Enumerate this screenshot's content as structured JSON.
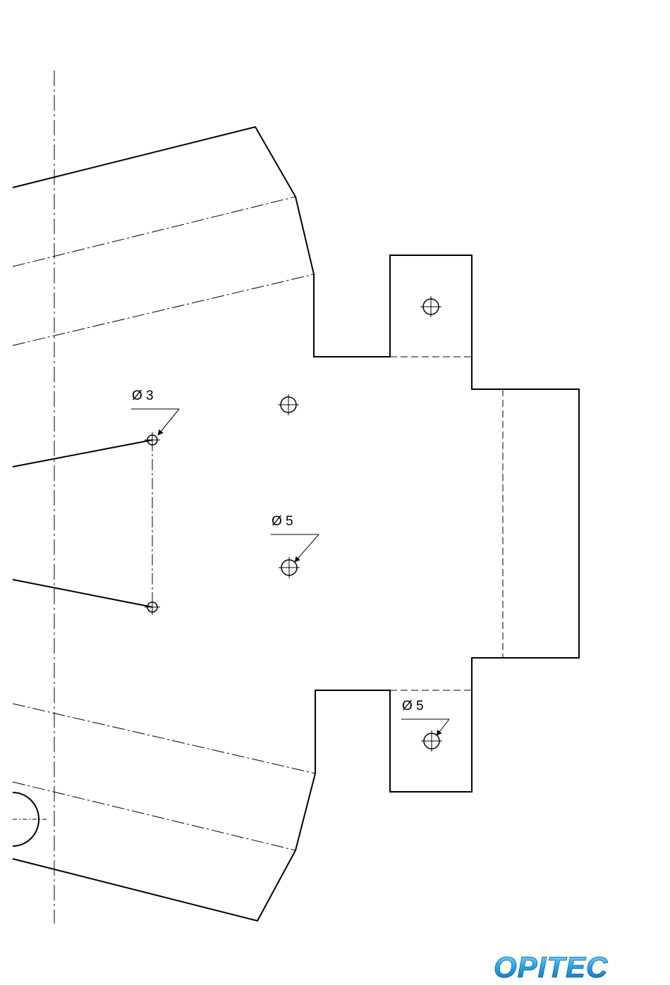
{
  "labels": {
    "dim_small_hole": "Ø 3",
    "dim_center_hole": "Ø 5",
    "dim_tab_hole": "Ø 5"
  },
  "logo": {
    "text": "OPITEC",
    "color_top": "#4fc3f7",
    "color_bottom": "#0a6fb5"
  },
  "colors": {
    "line": "#000000"
  }
}
